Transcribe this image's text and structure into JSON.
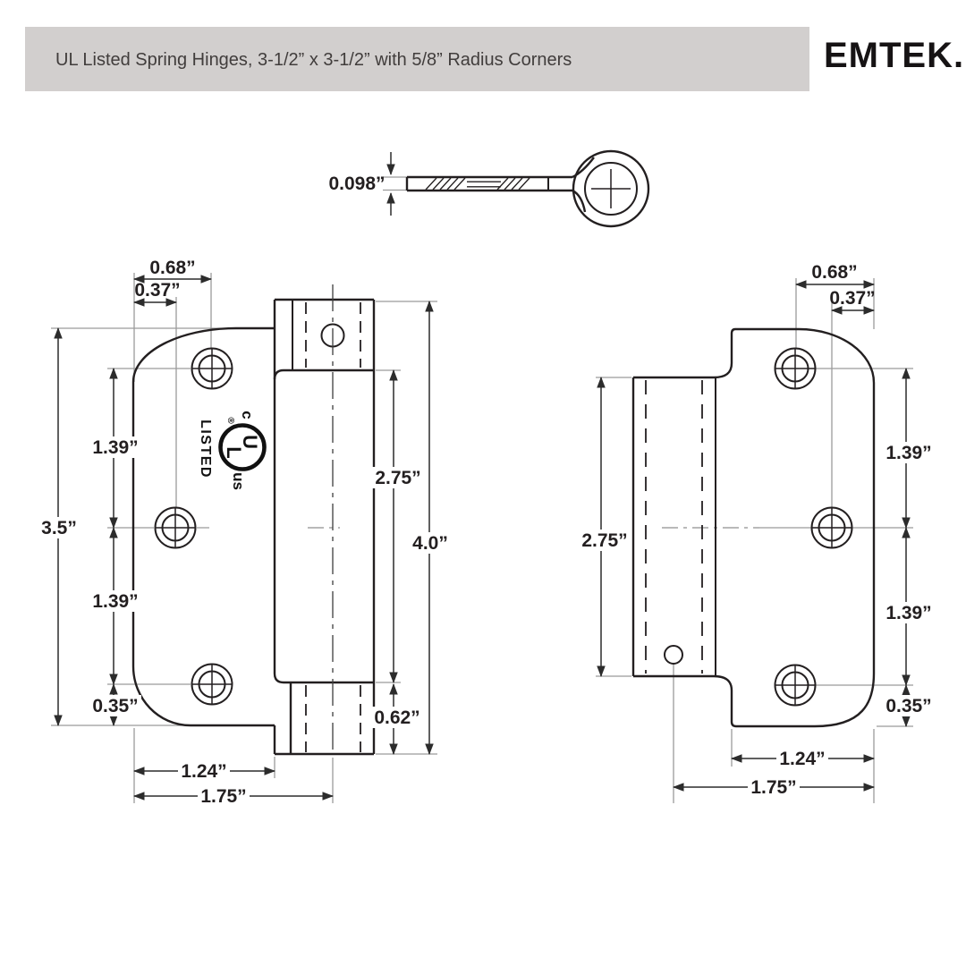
{
  "header": {
    "title": "UL Listed Spring Hinges, 3-1/2” x 3-1/2” with 5/8” Radius Corners",
    "brand": "EMTEK.",
    "bar_color": "#d2cfce"
  },
  "profile_view": {
    "thickness": "0.098”"
  },
  "left_view": {
    "dims": {
      "offset_outer": "0.68”",
      "offset_inner": "0.37”",
      "hole_spacing_upper": "1.39”",
      "leaf_height": "3.5”",
      "hole_spacing_lower": "1.39”",
      "edge_margin": "0.35”",
      "leaf_width": "1.24”",
      "center_width": "1.75”",
      "spring_length": "2.75”",
      "overall_height": "4.0”",
      "knuckle_height": "0.62”"
    },
    "ul_mark": {
      "c": "c",
      "u": "U",
      "l": "L",
      "us": "us",
      "reg": "®",
      "listed": "LISTED"
    }
  },
  "right_view": {
    "dims": {
      "offset_outer": "0.68”",
      "offset_inner": "0.37”",
      "hole_spacing_upper": "1.39”",
      "barrel_length": "2.75”",
      "hole_spacing_lower": "1.39”",
      "edge_margin": "0.35”",
      "leaf_width": "1.24”",
      "center_width": "1.75”"
    }
  },
  "colors": {
    "background": "#ffffff",
    "header_bar": "#d2cfce",
    "object_line": "#231f20",
    "dimension_line": "#2c2c2c",
    "extension_line": "#9b9b9b"
  }
}
